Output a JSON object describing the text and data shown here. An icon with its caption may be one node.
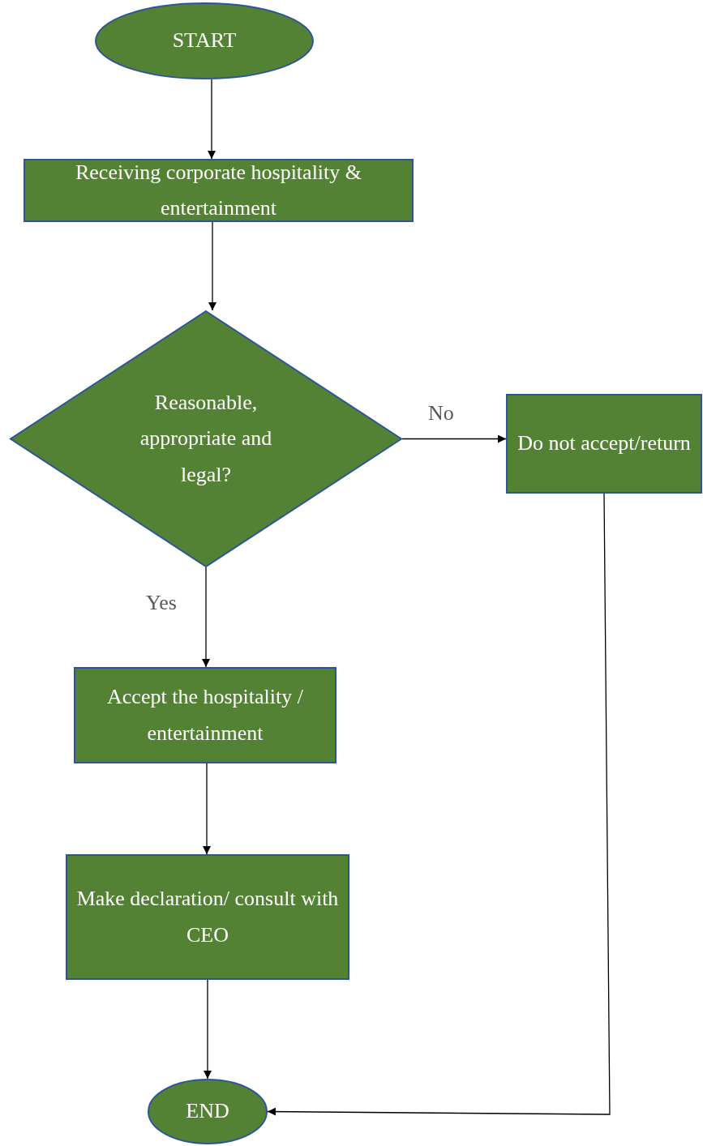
{
  "diagram": {
    "nodes": [
      {
        "text": [
          "START"
        ]
      },
      {
        "text": [
          "Receiving corporate hospitality & entertainment"
        ]
      },
      {
        "text": [
          "Reasonable, appropriate and legal?"
        ]
      },
      {
        "text": [
          "Do not accept/return"
        ]
      },
      {
        "text": [
          "Accept the hospitality / entertainment"
        ]
      },
      {
        "text": [
          "Make declaration/ consult with CEO"
        ]
      },
      {
        "text": [
          "END"
        ]
      }
    ],
    "edges": [
      {
        "from": 0,
        "to": 1,
        "arrow": "to"
      },
      {
        "from": 1,
        "to": 2,
        "arrow": "to"
      },
      {
        "from": 2,
        "to": 3,
        "arrow": "to",
        "label": "No"
      },
      {
        "from": 2,
        "to": 4,
        "arrow": "to",
        "label": "Yes"
      },
      {
        "from": 4,
        "to": 5,
        "arrow": "to"
      },
      {
        "from": 5,
        "to": 6,
        "arrow": "to"
      },
      {
        "from": 3,
        "to": 6,
        "arrow": "to"
      }
    ]
  }
}
